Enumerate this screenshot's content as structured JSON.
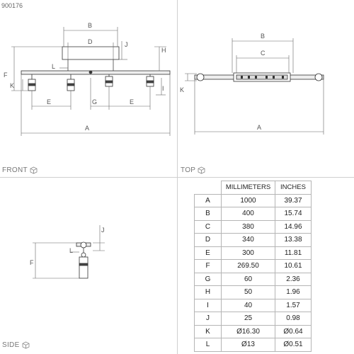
{
  "product_code": "900176",
  "views": {
    "front": "FRONT",
    "top": "TOP",
    "side": "SIDE"
  },
  "dimension_letters": {
    "front": [
      "B",
      "D",
      "J",
      "H",
      "L",
      "F",
      "K",
      "I",
      "E",
      "G",
      "E",
      "A"
    ],
    "top": [
      "B",
      "C",
      "K",
      "A"
    ],
    "side": [
      "J",
      "L",
      "F"
    ]
  },
  "table": {
    "headers": [
      "",
      "MILLIMETERS",
      "INCHES"
    ],
    "rows": [
      {
        "key": "A",
        "mm": "1000",
        "in": "39.37"
      },
      {
        "key": "B",
        "mm": "400",
        "in": "15.74"
      },
      {
        "key": "C",
        "mm": "380",
        "in": "14.96"
      },
      {
        "key": "D",
        "mm": "340",
        "in": "13.38"
      },
      {
        "key": "E",
        "mm": "300",
        "in": "11.81"
      },
      {
        "key": "F",
        "mm": "269.50",
        "in": "10.61"
      },
      {
        "key": "G",
        "mm": "60",
        "in": "2.36"
      },
      {
        "key": "H",
        "mm": "50",
        "in": "1.96"
      },
      {
        "key": "I",
        "mm": "40",
        "in": "1.57"
      },
      {
        "key": "J",
        "mm": "25",
        "in": "0.98"
      },
      {
        "key": "K",
        "mm": "Ø16.30",
        "in": "Ø0.64"
      },
      {
        "key": "L",
        "mm": "Ø13",
        "in": "Ø0.51"
      }
    ]
  },
  "colors": {
    "line": "#333333",
    "dimension": "#555555",
    "divider": "#cfcfcf"
  },
  "icons": {
    "view": "cube-icon"
  }
}
